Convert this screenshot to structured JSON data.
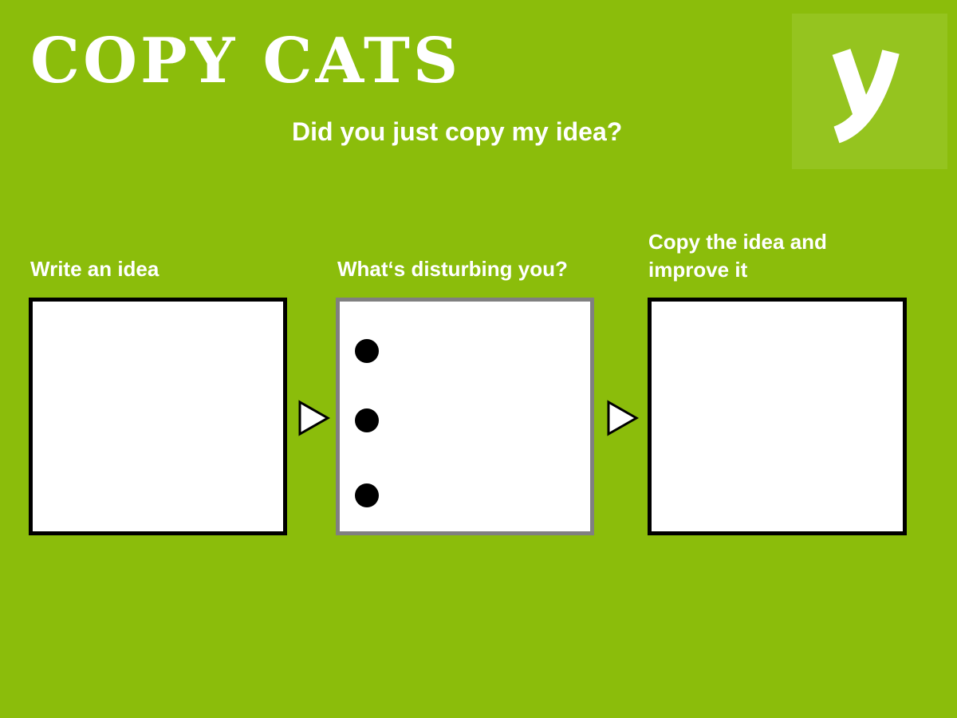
{
  "header": {
    "title": "COPY CATS",
    "subtitle": "Did you just copy my idea?"
  },
  "logo": {
    "icon": "y-logo-icon",
    "letter": "y"
  },
  "steps": [
    {
      "label": "Write an idea"
    },
    {
      "label": "What‘s disturbing you?"
    },
    {
      "label": "Copy the idea and improve it"
    }
  ],
  "colors": {
    "background": "#8bbd0b",
    "logo_box": "#95c41f",
    "box_fill": "#ffffff",
    "box_border_dark": "#000000",
    "box_border_gray": "#808080"
  },
  "icons": {
    "bullet": "bullet-dot-icon",
    "arrow": "triangle-arrow-right-icon"
  }
}
